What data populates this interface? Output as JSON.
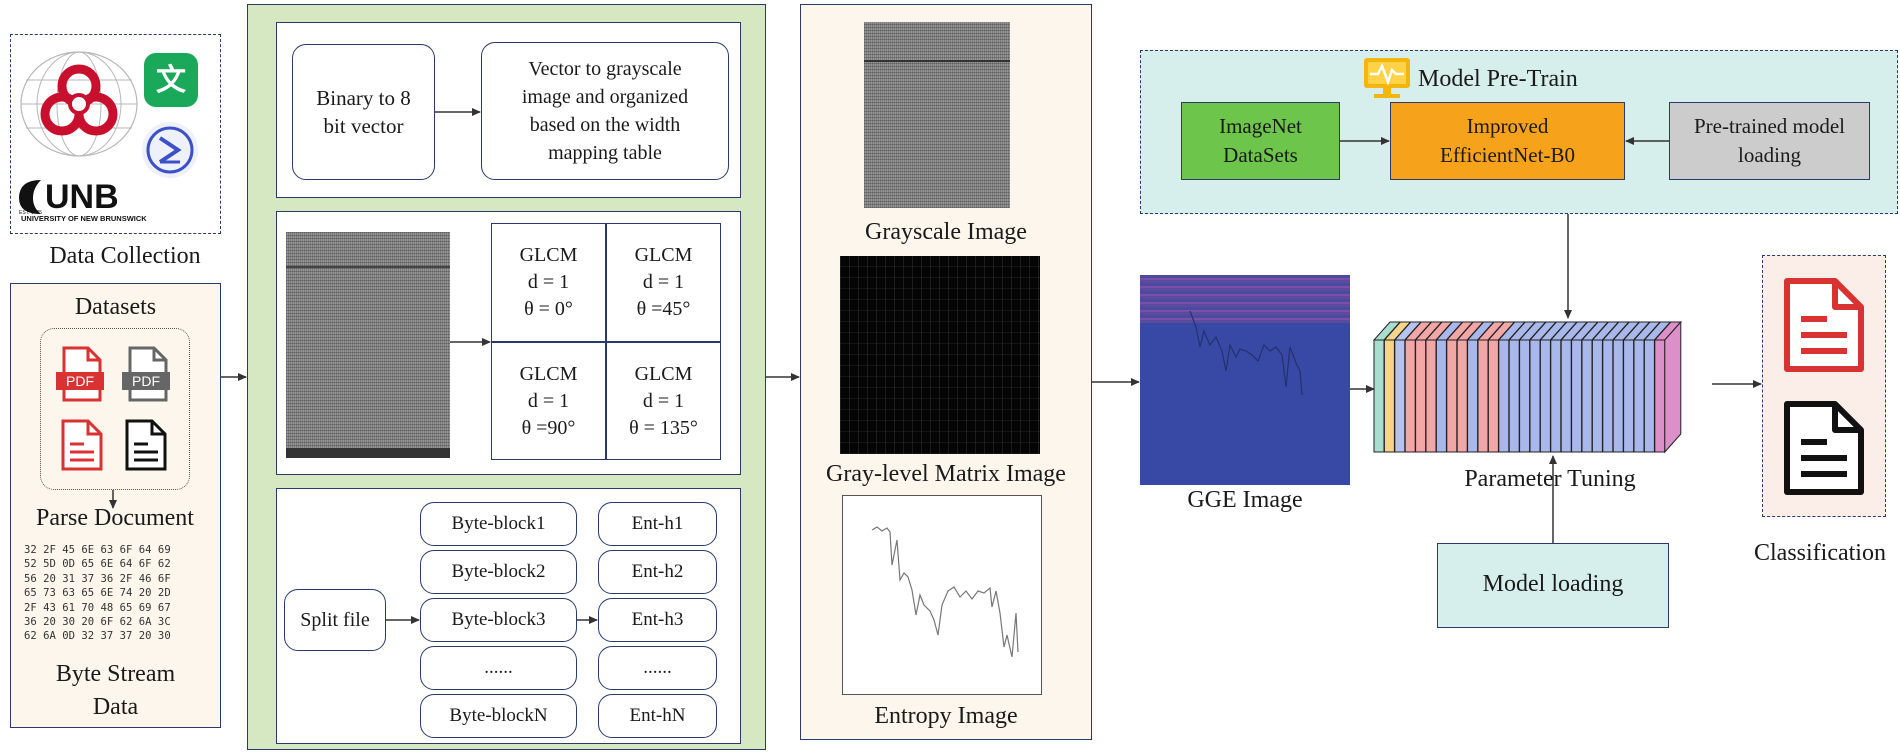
{
  "data_collection": {
    "label": "Data Collection",
    "unb_text": "UNB",
    "unb_subtext": "UNIVERSITY OF NEW BRUNSWICK",
    "unb_est": "EST. 1785"
  },
  "datasets": {
    "title": "Datasets",
    "pdf_label_1": "PDF",
    "pdf_label_2": "PDF",
    "parse_label": "Parse Document",
    "hex_lines": [
      "32 2F 45 6E 63 6F 64 69",
      "52 5D 0D 65 6E 64 6F 62",
      "56 20 31 37 36 2F 46 6F",
      "65 73 63 65 6E 74 20 2D",
      "2F 43 61 70 48 65 69 67",
      "36 20 30 20 6F 62 6A 3C",
      "62 6A 0D 32 37 37 20 30"
    ],
    "byte_stream_label": "Byte Stream\nData"
  },
  "processing": {
    "binary_box": "Binary to 8\nbit vector",
    "vector_box": "Vector to grayscale\nimage and organized\nbased on the width\nmapping table",
    "glcm": [
      "GLCM\nd = 1\nθ = 0°",
      "GLCM\nd = 1\nθ =45°",
      "GLCM\nd = 1\nθ =90°",
      "GLCM\nd = 1\nθ = 135°"
    ],
    "split_file": "Split file",
    "byte_blocks": [
      "Byte-block1",
      "Byte-block2",
      "Byte-block3",
      "......",
      "Byte-blockN"
    ],
    "ent_blocks": [
      "Ent-h1",
      "Ent-h2",
      "Ent-h3",
      "......",
      "Ent-hN"
    ]
  },
  "images": {
    "grayscale_label": "Grayscale Image",
    "graylevel_label": "Gray-level Matrix Image",
    "entropy_label": "Entropy Image",
    "gge_label": "GGE Image"
  },
  "pretrain": {
    "title": "Model Pre-Train",
    "imagenet": "ImageNet\nDataSets",
    "efficientnet": "Improved\nEfficientNet-B0",
    "pretrained": "Pre-trained model\nloading"
  },
  "tuning": {
    "label": "Parameter Tuning",
    "model_loading": "Model loading"
  },
  "classification": {
    "label": "Classification"
  },
  "colors": {
    "panel_green": "#d5e8c2",
    "panel_cream": "#fdf6ec",
    "panel_teal": "#d6efec",
    "imagenet_green": "#6dc54b",
    "efficientnet_orange": "#f7a21b",
    "pretrained_gray": "#cccccc",
    "gge_blue": "#3749a4",
    "doc_red": "#d83232",
    "border_navy": "#2a3a6a"
  }
}
